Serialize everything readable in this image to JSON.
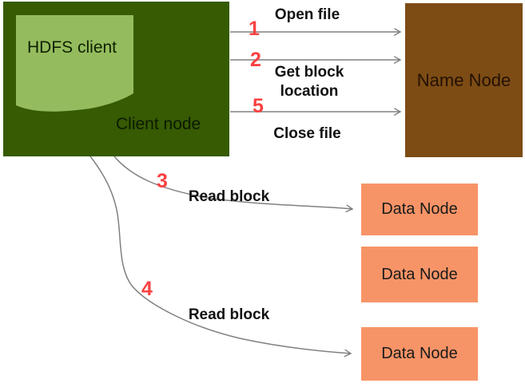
{
  "diagram": {
    "title_implied": "HDFS client file read flow",
    "client_node": {
      "label": "Client node",
      "inner_label": "HDFS client"
    },
    "name_node": {
      "label": "Name Node"
    },
    "data_nodes": [
      {
        "label": "Data Node"
      },
      {
        "label": "Data Node"
      },
      {
        "label": "Data Node"
      }
    ],
    "arrows": [
      {
        "number": "1",
        "label": "Open file",
        "from": "Client node",
        "to": "Name Node"
      },
      {
        "number": "2",
        "label": "Get block location",
        "from": "Client node",
        "to": "Name Node"
      },
      {
        "number": "5",
        "label": "Close file",
        "from": "Client node",
        "to": "Name Node"
      },
      {
        "number": "3",
        "label": "Read block",
        "from": "Client node",
        "to": "Data Node"
      },
      {
        "number": "4",
        "label": "Read block",
        "from": "Client node",
        "to": "Data Node"
      }
    ],
    "colors": {
      "client_node_bg": "#365B03",
      "hdfs_client_shape": "#94BC5E",
      "name_node_bg": "#7D4C15",
      "data_node_bg": "#F79467",
      "step_number_red": "#FA4141",
      "arrow_gray": "#808080",
      "label_black": "#111111"
    }
  }
}
